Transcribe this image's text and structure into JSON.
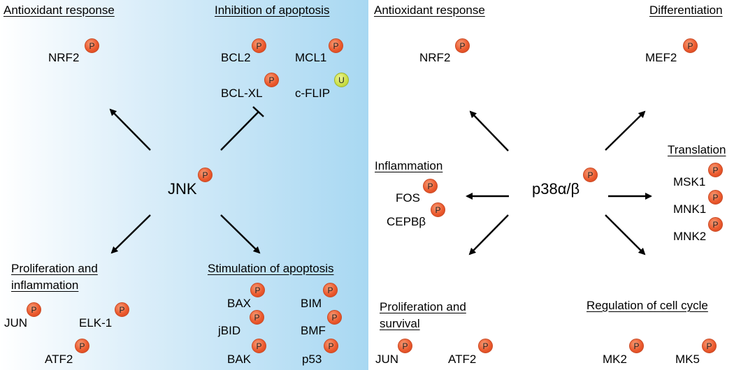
{
  "left": {
    "center": "JNK",
    "headings": {
      "antioxidant": "Antioxidant response",
      "inhibition": "Inhibition of apoptosis",
      "prolif_line1": "Proliferation and",
      "prolif_line2": "inflammation",
      "stimulation": "Stimulation of apoptosis"
    },
    "proteins": {
      "nrf2": "NRF2",
      "bcl2": "BCL2",
      "mcl1": "MCL1",
      "bclxl": "BCL-XL",
      "cflip": "c-FLIP",
      "jun": "JUN",
      "elk1": "ELK-1",
      "atf2": "ATF2",
      "bax": "BAX",
      "bim": "BIM",
      "jbid": "jBID",
      "bmf": "BMF",
      "bak": "BAK",
      "p53": "p53"
    }
  },
  "right": {
    "center": "p38α/β",
    "headings": {
      "antioxidant": "Antioxidant response",
      "differentiation": "Differentiation",
      "translation": "Translation",
      "inflammation": "Inflammation",
      "prolif_line1": "Proliferation and",
      "prolif_line2": "survival",
      "cellcycle": "Regulation of cell cycle"
    },
    "proteins": {
      "nrf2": "NRF2",
      "mef2": "MEF2",
      "msk1": "MSK1",
      "mnk1": "MNK1",
      "mnk2": "MNK2",
      "fos": "FOS",
      "cepbb": "CEPBβ",
      "jun": "JUN",
      "atf2": "ATF2",
      "mk2": "MK2",
      "mk5": "MK5"
    }
  },
  "badges": {
    "phospho": "P",
    "ubiquitin": "U"
  },
  "colors": {
    "phospho": "#ec5a2e",
    "ubiquitin": "#cde04a",
    "panel_gradient_end": "#a8d8f2"
  }
}
